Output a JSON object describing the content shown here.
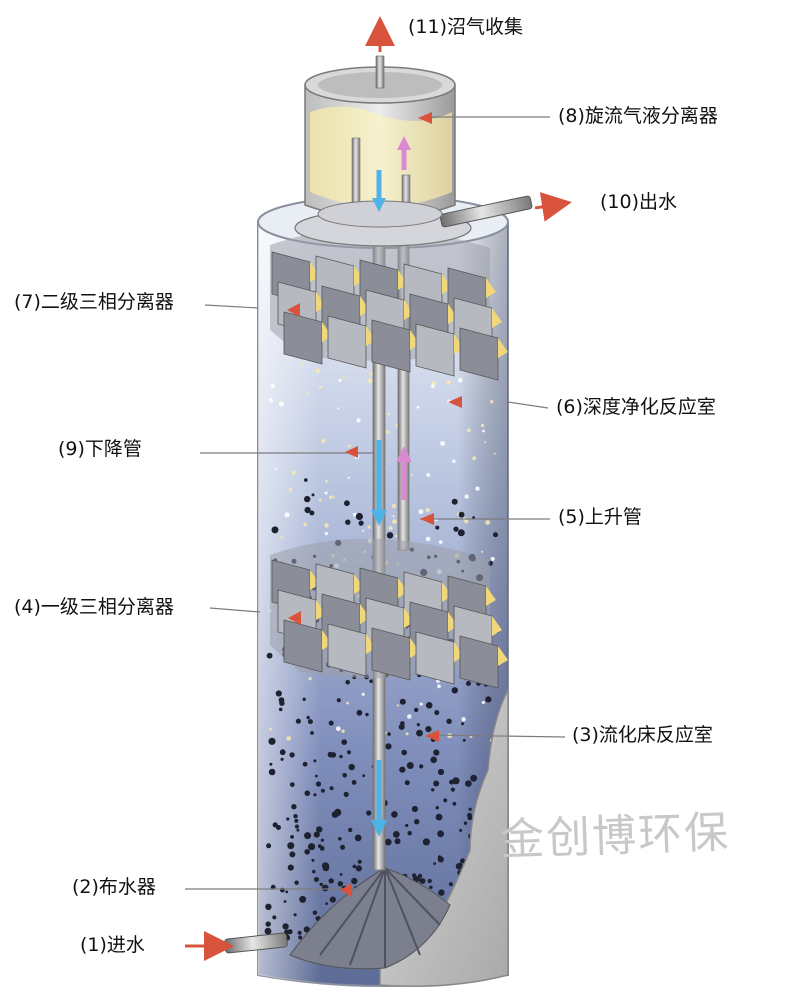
{
  "labels": {
    "biogas": "(11)沼气收集",
    "cyclone": "(8)旋流气液分离器",
    "outlet": "(10)出水",
    "sep2": "(7)二级三相分离器",
    "deep_room": "(6)深度净化反应室",
    "downcomer": "(9)下降管",
    "riser": "(5)上升管",
    "sep1": "(4)一级三相分离器",
    "fluid_room": "(3)流化床反应室",
    "distributor": "(2)布水器",
    "inlet": "(1)进水"
  },
  "watermark": "金创博环保",
  "colors": {
    "arrow_red": "#d9533c",
    "arrow_blue": "#4fb3e8",
    "arrow_pink": "#d98ad0",
    "tank_light": "#dfe6f2",
    "tank_dark": "#5f6f9a"
  }
}
